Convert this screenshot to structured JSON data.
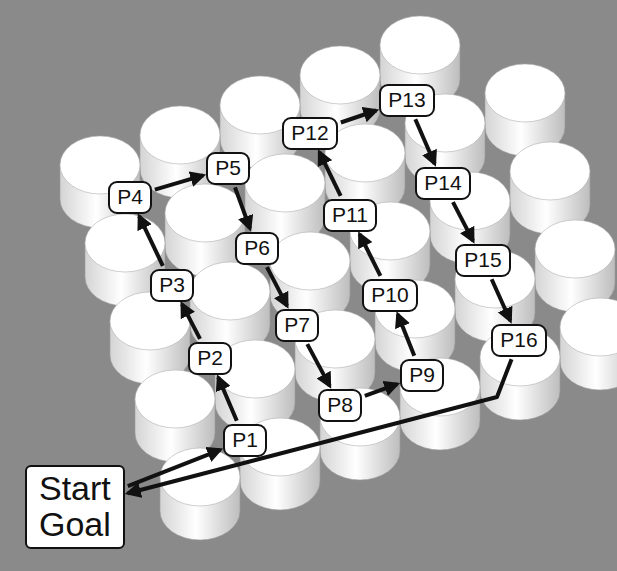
{
  "diagram": {
    "nodes": [
      {
        "text": [
          "Start",
          "Goal"
        ]
      },
      {
        "text": [
          "P1"
        ]
      },
      {
        "text": [
          "P2"
        ]
      },
      {
        "text": [
          "P3"
        ]
      },
      {
        "text": [
          "P4"
        ]
      },
      {
        "text": [
          "P5"
        ]
      },
      {
        "text": [
          "P6"
        ]
      },
      {
        "text": [
          "P7"
        ]
      },
      {
        "text": [
          "P8"
        ]
      },
      {
        "text": [
          "P9"
        ]
      },
      {
        "text": [
          "P10"
        ]
      },
      {
        "text": [
          "P11"
        ]
      },
      {
        "text": [
          "P12"
        ]
      },
      {
        "text": [
          "P13"
        ]
      },
      {
        "text": [
          "P14"
        ]
      },
      {
        "text": [
          "P15"
        ]
      },
      {
        "text": [
          "P16"
        ]
      }
    ],
    "edges": [
      {
        "from": 0,
        "to": 1,
        "arrow": "to"
      },
      {
        "from": 1,
        "to": 2,
        "arrow": "to"
      },
      {
        "from": 2,
        "to": 3,
        "arrow": "to"
      },
      {
        "from": 3,
        "to": 4,
        "arrow": "to"
      },
      {
        "from": 4,
        "to": 5,
        "arrow": "to"
      },
      {
        "from": 5,
        "to": 6,
        "arrow": "to"
      },
      {
        "from": 6,
        "to": 7,
        "arrow": "to"
      },
      {
        "from": 7,
        "to": 8,
        "arrow": "to"
      },
      {
        "from": 8,
        "to": 9,
        "arrow": "to"
      },
      {
        "from": 9,
        "to": 10,
        "arrow": "to"
      },
      {
        "from": 10,
        "to": 11,
        "arrow": "to"
      },
      {
        "from": 11,
        "to": 12,
        "arrow": "to"
      },
      {
        "from": 12,
        "to": 13,
        "arrow": "to"
      },
      {
        "from": 13,
        "to": 14,
        "arrow": "to"
      },
      {
        "from": 14,
        "to": 15,
        "arrow": "to"
      },
      {
        "from": 15,
        "to": 16,
        "arrow": "to"
      },
      {
        "from": 16,
        "to": 0,
        "arrow": "to"
      }
    ]
  }
}
